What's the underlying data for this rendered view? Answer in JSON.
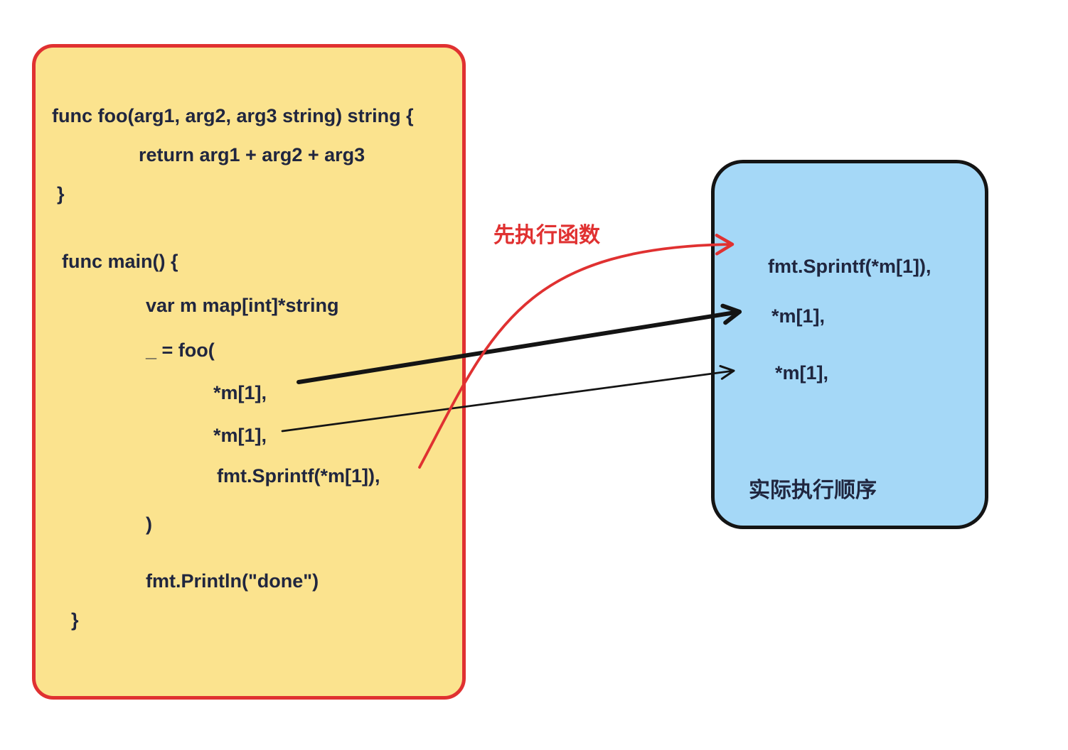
{
  "left_box": {
    "lines": [
      "func foo(arg1, arg2, arg3 string) string {",
      "return arg1 + arg2 + arg3",
      "}",
      "func main() {",
      "var m map[int]*string",
      "_ = foo(",
      "*m[1],",
      "*m[1],",
      "fmt.Sprintf(*m[1]),",
      ")",
      "fmt.Println(\"done\")",
      "}"
    ]
  },
  "right_box": {
    "lines": [
      "fmt.Sprintf(*m[1]),",
      "*m[1],",
      "*m[1],"
    ],
    "caption": "实际执行顺序"
  },
  "annotation": {
    "label": "先执行函数"
  },
  "colors": {
    "left_box_fill": "#FBE38E",
    "left_box_border": "#E03131",
    "right_box_fill": "#A5D8F7",
    "right_box_border": "#141414",
    "code_text": "#20263F",
    "red_arrow": "#E03131",
    "black_arrow": "#141414"
  }
}
